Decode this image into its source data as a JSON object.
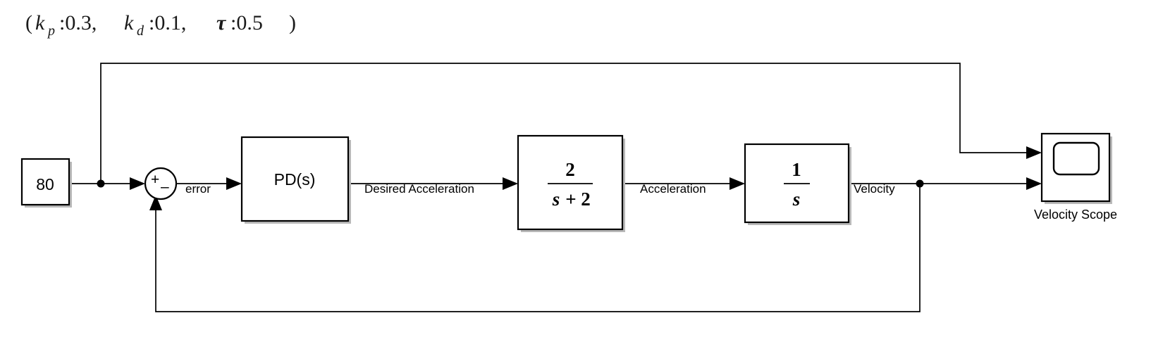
{
  "diagram": {
    "title": {
      "full": "(k_p : 0.3,  k_d : 0.1,  τ : 0.5)",
      "open_paren": "(",
      "kp_symbol": "k",
      "kp_subscript": "p",
      "kp_colon_value": ":0.3,",
      "kd_symbol": "k",
      "kd_subscript": "d",
      "kd_colon_value": ":0.1,",
      "tau_symbol": "τ",
      "tau_colon_value": ":0.5",
      "close_paren": ")",
      "parameters": [
        {
          "name": "k_p",
          "label": "kp",
          "value": "0.3"
        },
        {
          "name": "k_d",
          "label": "kd",
          "value": "0.1"
        },
        {
          "name": "tau",
          "label": "τ",
          "value": "0.5"
        }
      ]
    },
    "blocks": {
      "source": {
        "label": "80",
        "name": "constant-source-block"
      },
      "sum": {
        "plus_sign": "+",
        "minus_sign": "–",
        "name": "sum-junction"
      },
      "controller": {
        "label": "PD(s)",
        "name": "pd-controller-block"
      },
      "plant": {
        "numerator": "2",
        "denominator_var": "s",
        "denominator_op": "+",
        "denominator_const": "2",
        "denominator": "s + 2",
        "expression": "2/(s+2)",
        "name": "plant-transfer-function-block"
      },
      "integrator": {
        "numerator": "1",
        "denominator": "s",
        "expression": "1/s",
        "name": "integrator-block"
      },
      "scope": {
        "caption": "Velocity Scope",
        "inputs": 2,
        "name": "velocity-scope-block"
      }
    },
    "signals": {
      "error": "error",
      "desired_acceleration": "Desired Acceleration",
      "acceleration": "Acceleration",
      "velocity": "Velocity"
    },
    "colors": {
      "line": "#000000",
      "block_fill": "#ffffff",
      "background": "#ffffff",
      "shadow": "#b9b9b9",
      "title_text": "#1a1a1a"
    }
  }
}
